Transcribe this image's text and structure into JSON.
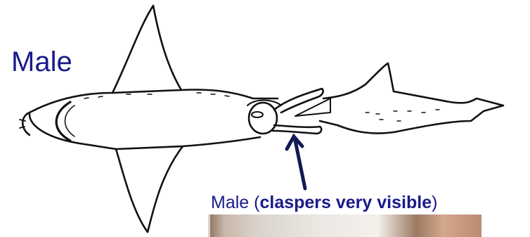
{
  "labels": {
    "main": "Male",
    "caption_prefix": "Male (",
    "caption_bold": "claspers very visible",
    "caption_suffix": ")"
  },
  "colors": {
    "label_text": "#1a1a8c",
    "outline": "#111111",
    "arrow": "#121a55"
  },
  "illustration": "shark-ventral-outline",
  "photo": "clasper-photo"
}
